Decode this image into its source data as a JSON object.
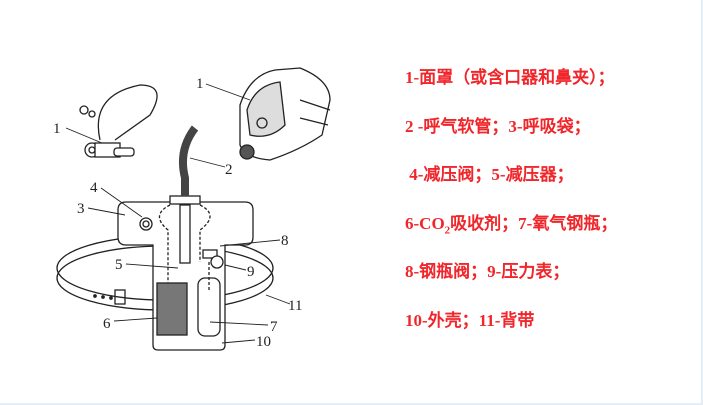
{
  "diagram": {
    "labels": [
      "1",
      "1",
      "2",
      "3",
      "4",
      "5",
      "6",
      "7",
      "8",
      "9",
      "10",
      "11"
    ]
  },
  "legend": {
    "line1": "1-面罩（或含口器和鼻夹）；",
    "line2": "2 -呼气软管；3-呼吸袋；",
    "line3": " 4-减压阀；5-减压器；",
    "line4_pre": "6-CO",
    "line4_sub": "2",
    "line4_post": "吸收剂；7-氧气钢瓶；",
    "line5": "8-钢瓶阀；9-压力表；",
    "line6": "10-外壳；11-背带"
  },
  "colors": {
    "legend_text": "#f0262b",
    "line_art": "#222222"
  }
}
